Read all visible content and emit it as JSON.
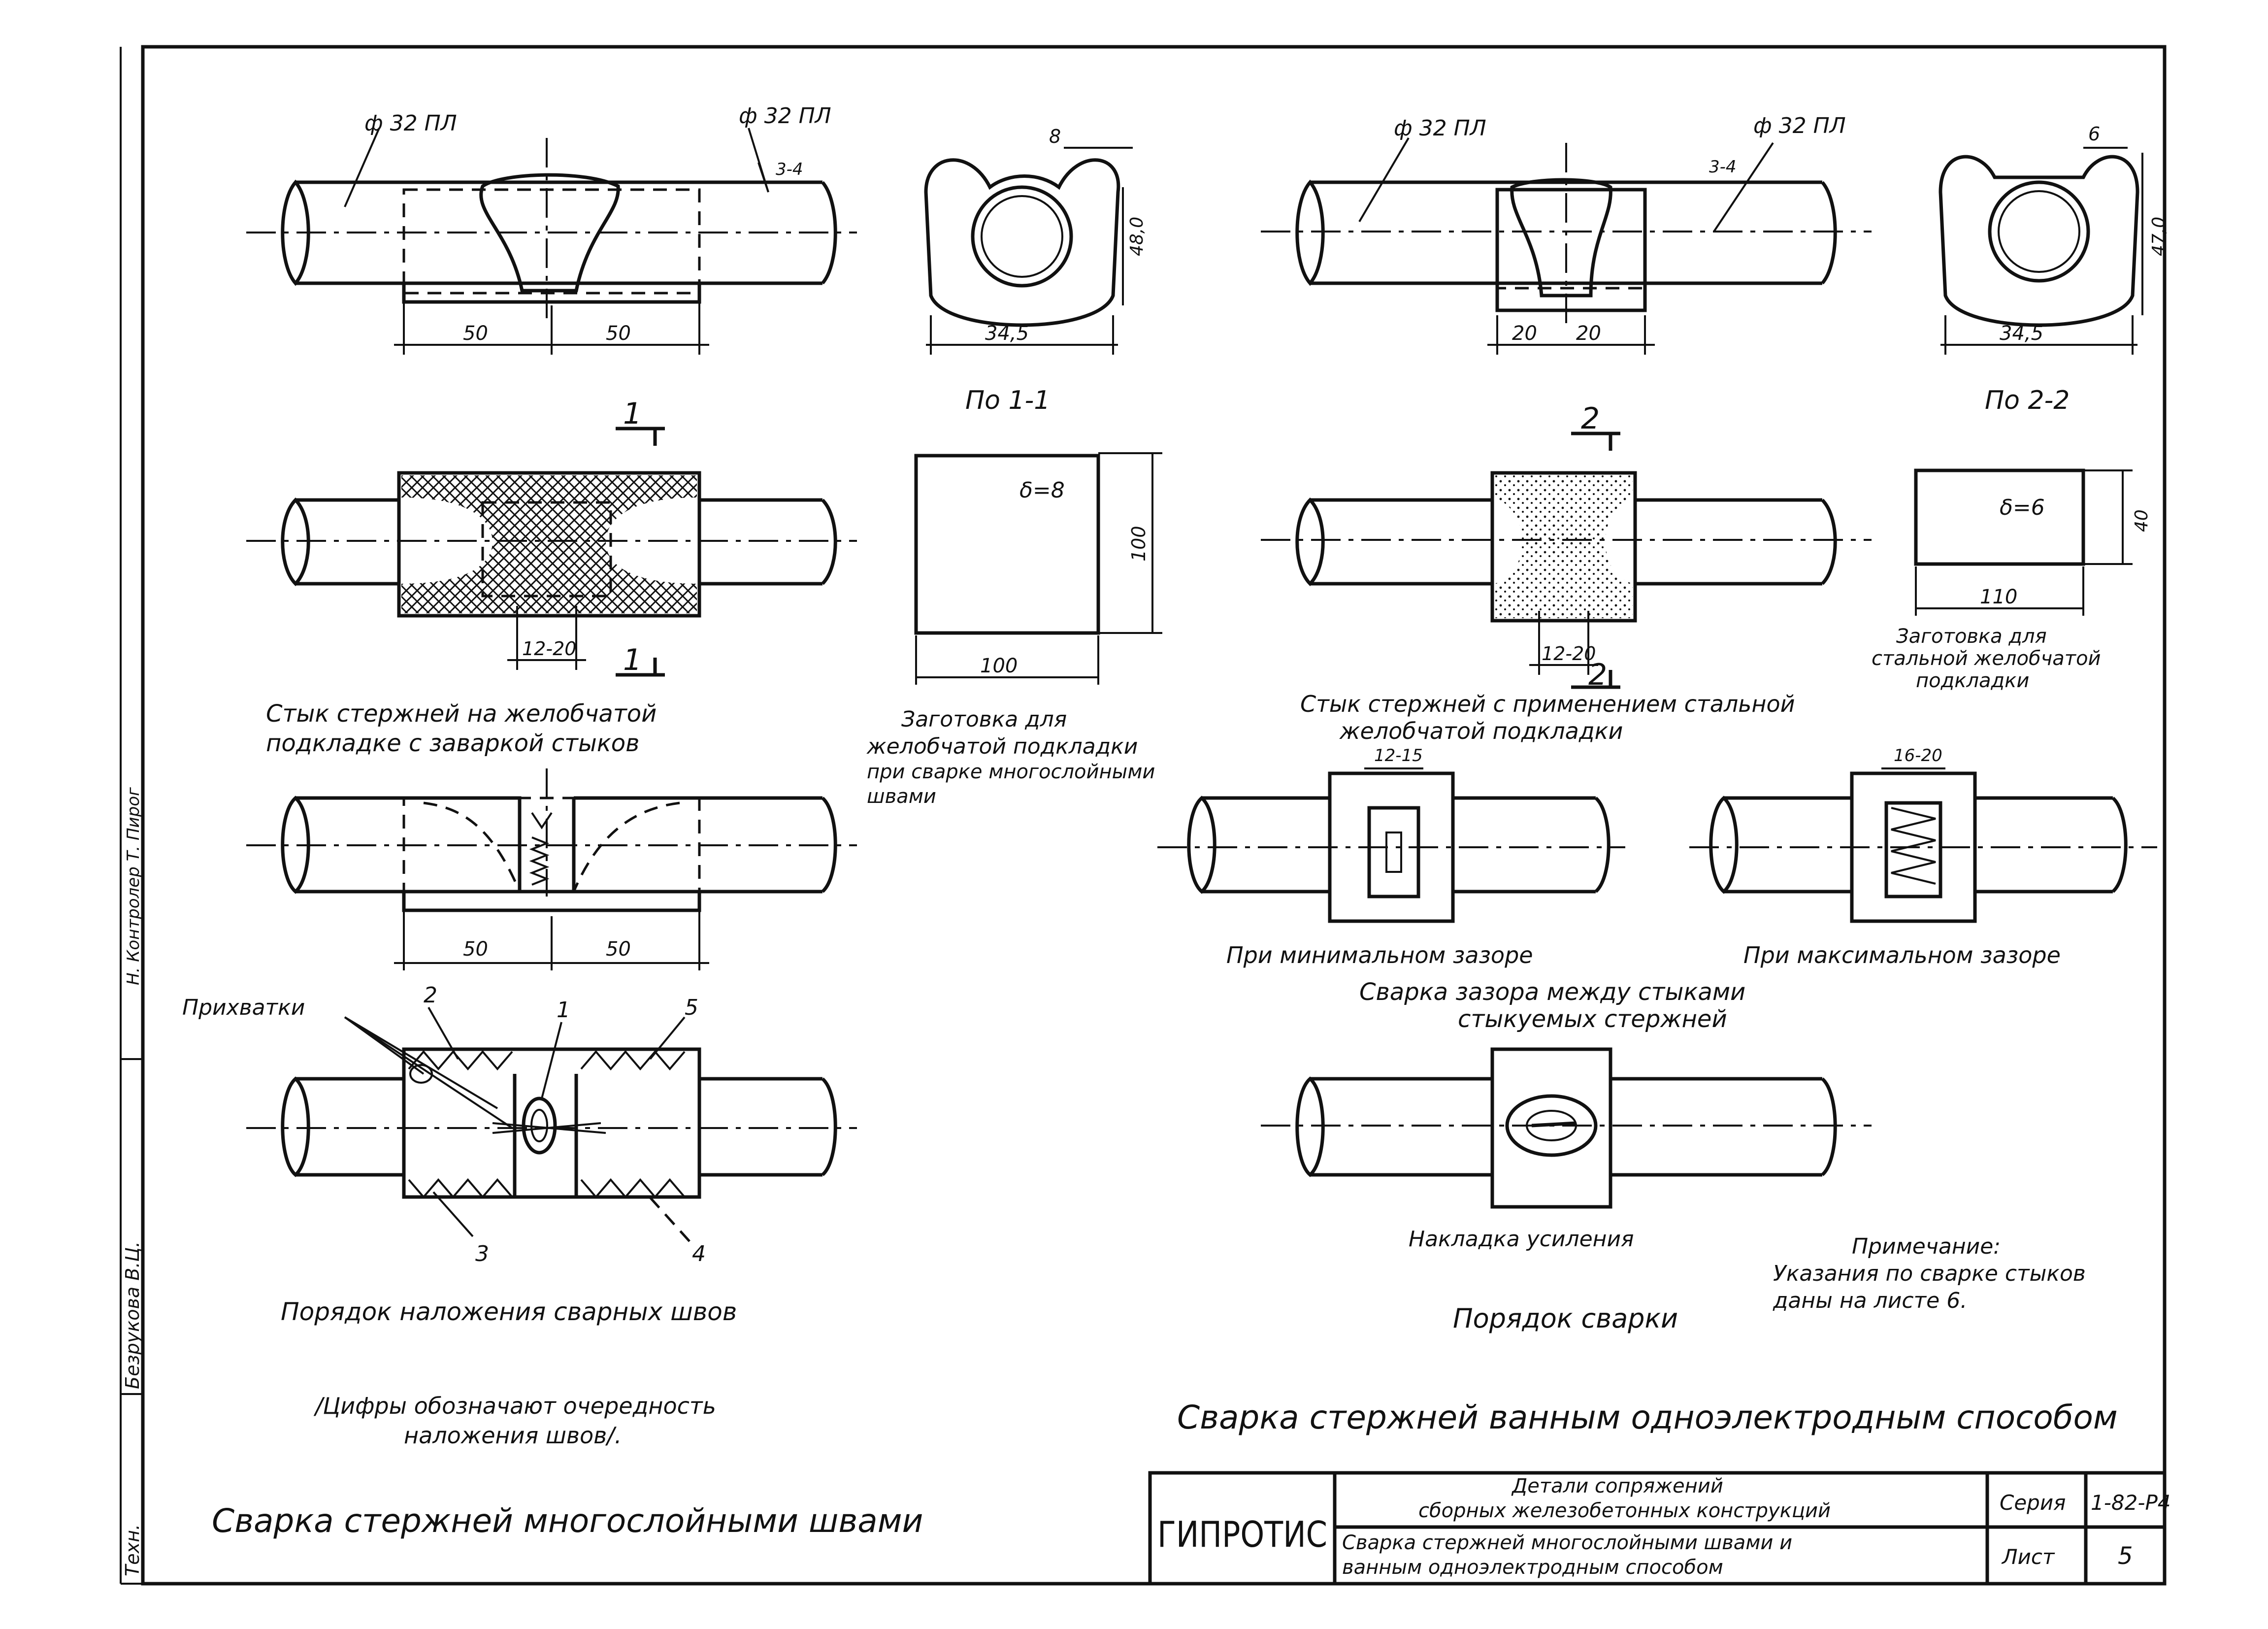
{
  "left_figures": {
    "fig1": {
      "phi_left": "ф 32 ПЛ",
      "phi_right": "ф 32 ПЛ",
      "gap": "3-4",
      "dim_left": "50",
      "dim_right": "50"
    },
    "section_1": {
      "dim_top": "8",
      "dim_height": "48,0",
      "dim_bottom": "34,5",
      "caption": "По 1-1"
    },
    "fig2": {
      "mark_1": "1",
      "dim_gap": "12-20"
    },
    "caption_fig2": [
      "Стык стержней на желобчатой",
      "подкладке с заваркой стыков"
    ],
    "blank": {
      "delta": "δ=8",
      "dim_h": "100",
      "dim_w": "100",
      "caption": [
        "Заготовка для",
        "желобчатой подкладки",
        "при сварке многослойными",
        "швами"
      ]
    },
    "fig3": {
      "dim_left": "50",
      "dim_right": "50"
    },
    "fig4": {
      "tacks": "Прихватки",
      "n1": "1",
      "n2": "2",
      "n3": "3",
      "n4": "4",
      "n5": "5"
    },
    "caption_fig4": "Порядок наложения сварных швов",
    "note_digits": [
      "/Цифры обозначают очередность",
      "наложения швов/."
    ],
    "title": "Сварка стержней многослойными швами"
  },
  "right_figures": {
    "fig1": {
      "phi_left": "ф 32 ПЛ",
      "phi_right": "ф 32 ПЛ",
      "gap": "3-4",
      "dim_left": "20",
      "dim_right": "20"
    },
    "section_2": {
      "dim_top": "6",
      "dim_height": "47,0",
      "dim_bottom": "34,5",
      "caption": "По 2-2"
    },
    "fig2": {
      "mark_2": "2",
      "dim_gap": "12-20"
    },
    "caption_fig2": [
      "Стык стержней с применением стальной",
      "желобчатой подкладки"
    ],
    "blank": {
      "delta": "δ=6",
      "dim_h": "40",
      "dim_w": "110",
      "caption": [
        "Заготовка для",
        "стальной желобчатой",
        "подкладки"
      ]
    },
    "min_gap": {
      "dim": "12-15",
      "caption": "При минимальном зазоре"
    },
    "max_gap": {
      "dim": "16-20",
      "caption": "При максимальном зазоре"
    },
    "caption_gap": [
      "Сварка зазора между стыками",
      "стыкуемых стержней"
    ],
    "overlay_caption": "Накладка усиления",
    "order_caption": "Порядок сварки",
    "note": [
      "Примечание:",
      "Указания по сварке стыков",
      "даны на листе 6."
    ],
    "title": "Сварка стержней ванным одноэлектродным способом"
  },
  "side_strip": {
    "author": "Безрукова В.Ц.",
    "role": "Техн.",
    "text": "Н. Контролер Т. Пирог"
  },
  "title_block": {
    "org": "ГИПРОТИС",
    "header_line1": "Детали сопряжений",
    "header_line2": "сборных железобетонных конструкций",
    "seria_label": "Серия",
    "seria_value": "1-82-Р4",
    "sheet_title_line1": "Сварка стержней многослойными швами и",
    "sheet_title_line2": "ванным одноэлектродным способом",
    "list_label": "Лист",
    "list_value": "5"
  }
}
